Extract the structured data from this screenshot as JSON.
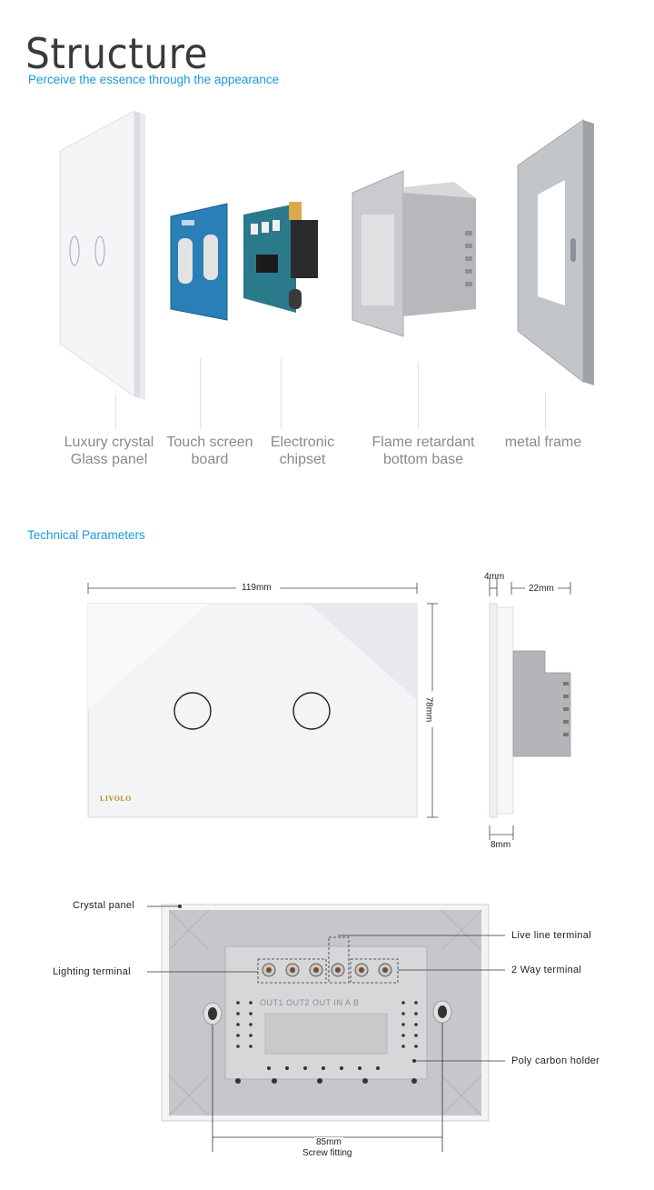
{
  "header": {
    "title": "Structure",
    "subtitle": "Perceive the essence  through the appearance"
  },
  "parts": [
    {
      "line1": "Luxury crystal",
      "line2": "Glass panel"
    },
    {
      "line1": "Touch screen",
      "line2": "board"
    },
    {
      "line1": "Electronic",
      "line2": "chipset"
    },
    {
      "line1": "Flame retardant",
      "line2": "bottom base"
    },
    {
      "line1": "metal frame",
      "line2": ""
    }
  ],
  "technical": {
    "heading": "Technical Parameters",
    "width": "119mm",
    "height": "78mm",
    "depth_top": "4mm",
    "depth_body": "22mm",
    "depth_bottom": "8mm",
    "brand": "LIVOLO"
  },
  "back_view": {
    "crystal_panel": "Crystal panel",
    "live_line_terminal": "Live line terminal",
    "lighting_terminal": "Lighting terminal",
    "two_way_terminal": "2 Way terminal",
    "poly_carbon_holder": "Poly carbon holder",
    "screw_distance": "85mm",
    "screw_label": "Screw fitting",
    "terminal_marks": "OUT1 OUT2  OUT  IN  A  B"
  },
  "colors": {
    "accent": "#1a9bd7",
    "label_gray": "#8a8a8a",
    "frame_gray": "#b9b9b9"
  }
}
